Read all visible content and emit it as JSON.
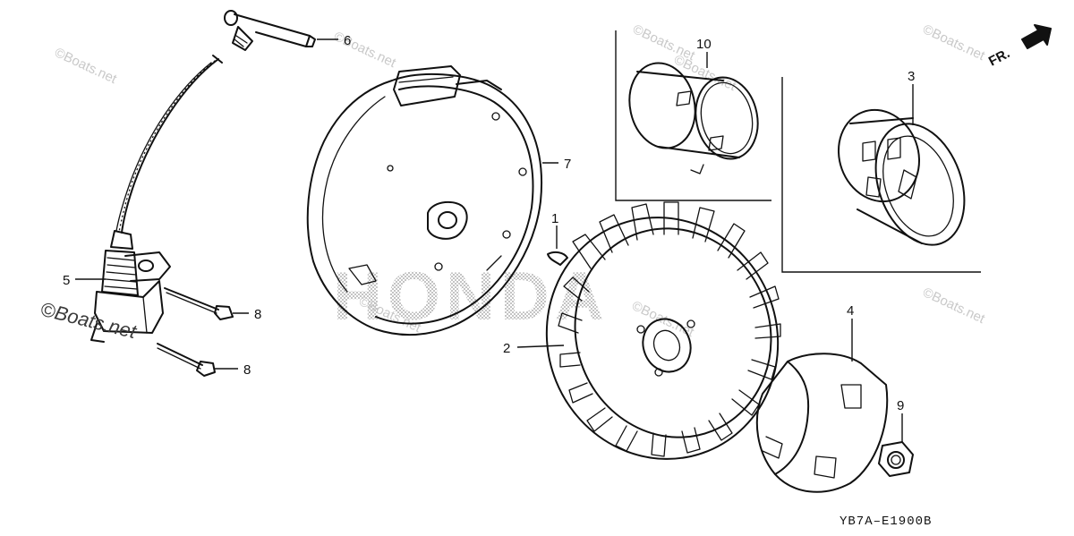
{
  "callouts": {
    "c1": "1",
    "c2": "2",
    "c3": "3",
    "c4": "4",
    "c5": "5",
    "c6": "6",
    "c7": "7",
    "c8a": "8",
    "c8b": "8",
    "c9": "9",
    "c10": "10"
  },
  "front_indicator": "FR.",
  "diagram_code": "YB7A–E1900B",
  "brand_watermark": "HONDA",
  "watermarks": {
    "w1": "©Boats.net",
    "w2": "©Boats.net",
    "w3": "©Boats.net",
    "w4": "©Boats.net",
    "w5": "©Boats.net",
    "w6": "©Boats.net",
    "w7": "©Boats.net",
    "w8": "©Boats.net",
    "w9": "©Boats.net"
  }
}
